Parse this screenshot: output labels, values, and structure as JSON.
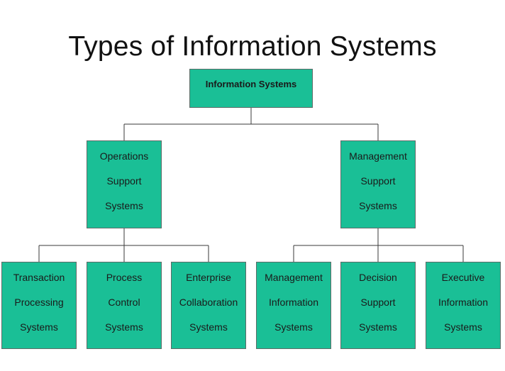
{
  "title": "Types of Information Systems",
  "root": {
    "label": "Information Systems"
  },
  "branches": [
    {
      "lines": [
        "Operations",
        "Support",
        "Systems"
      ],
      "children": [
        {
          "lines": [
            "Transaction",
            "Processing",
            "Systems"
          ]
        },
        {
          "lines": [
            "Process",
            "Control",
            "Systems"
          ]
        },
        {
          "lines": [
            "Enterprise",
            "Collaboration",
            "Systems"
          ]
        }
      ]
    },
    {
      "lines": [
        "Management",
        "Support",
        "Systems"
      ],
      "children": [
        {
          "lines": [
            "Management",
            "Information",
            "Systems"
          ]
        },
        {
          "lines": [
            "Decision",
            "Support",
            "Systems"
          ]
        },
        {
          "lines": [
            "Executive",
            "Information",
            "Systems"
          ]
        }
      ]
    }
  ],
  "colors": {
    "box_fill": "#1abf96",
    "box_border": "#5e6b67",
    "connector": "#3a3a3a"
  }
}
